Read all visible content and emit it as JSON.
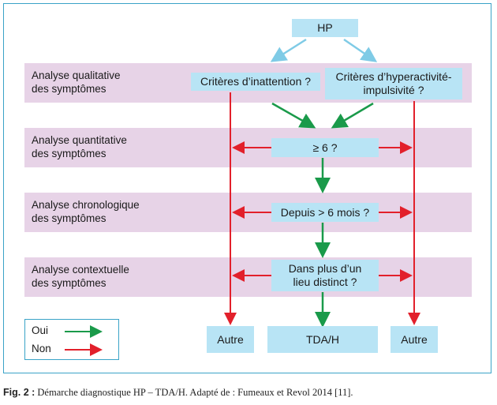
{
  "top_node": "HP",
  "bands": [
    {
      "line1": "Analyse qualitative",
      "line2": "des symptômes"
    },
    {
      "line1": "Analyse quantitative",
      "line2": "des symptômes"
    },
    {
      "line1": "Analyse chronologique",
      "line2": "des symptômes"
    },
    {
      "line1": "Analyse contextuelle",
      "line2": "des symptômes"
    }
  ],
  "nodes": {
    "inattention": "Critères d’inattention ?",
    "hyper_line1": "Critères d’hyperactivité-",
    "hyper_line2": "impulsivité ?",
    "count": "≥ 6 ?",
    "duration": "Depuis > 6 mois ?",
    "context_line1": "Dans plus d’un",
    "context_line2": "lieu distinct ?",
    "autre_left": "Autre",
    "tdah": "TDA/H",
    "autre_right": "Autre"
  },
  "legend": {
    "yes": "Oui",
    "no": "Non"
  },
  "colors": {
    "yes": "#1a9a4a",
    "no": "#e2202b",
    "box": "#b8e4f5",
    "band": "#e7d3e7",
    "frame": "#3aa3c7"
  },
  "caption": {
    "label": "Fig. 2 :",
    "text": "Démarche diagnostique HP – TDA/H. Adapté de : Fumeaux et Revol 2014 [11]."
  }
}
